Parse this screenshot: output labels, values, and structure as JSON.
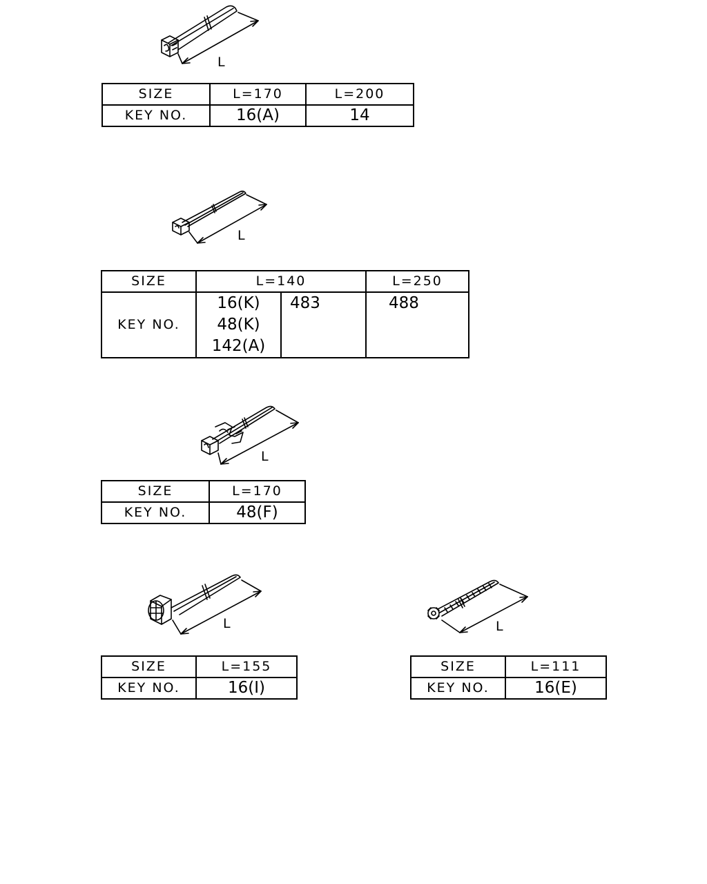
{
  "parts": [
    {
      "dim_label": "L",
      "table": {
        "size_header": "SIZE",
        "key_header": "KEY NO.",
        "columns": [
          {
            "size": "L=170",
            "key": "16(A)"
          },
          {
            "size": "L=200",
            "key": "14"
          }
        ]
      }
    },
    {
      "dim_label": "L",
      "table": {
        "size_header": "SIZE",
        "key_header": "KEY NO.",
        "col1_size": "L=140",
        "col1_keys_a": [
          "16(K)",
          "48(K)",
          "142(A)"
        ],
        "col1_keys_b": "483",
        "col2_size": "L=250",
        "col2_key": "488"
      }
    },
    {
      "dim_label": "L",
      "table": {
        "size_header": "SIZE",
        "key_header": "KEY NO.",
        "columns": [
          {
            "size": "L=170",
            "key": "48(F)"
          }
        ]
      }
    },
    {
      "dim_label": "L",
      "table": {
        "size_header": "SIZE",
        "key_header": "KEY NO.",
        "columns": [
          {
            "size": "L=155",
            "key": "16(I)"
          }
        ]
      }
    },
    {
      "dim_label": "L",
      "table": {
        "size_header": "SIZE",
        "key_header": "KEY NO.",
        "columns": [
          {
            "size": "L=111",
            "key": "16(E)"
          }
        ]
      }
    }
  ]
}
